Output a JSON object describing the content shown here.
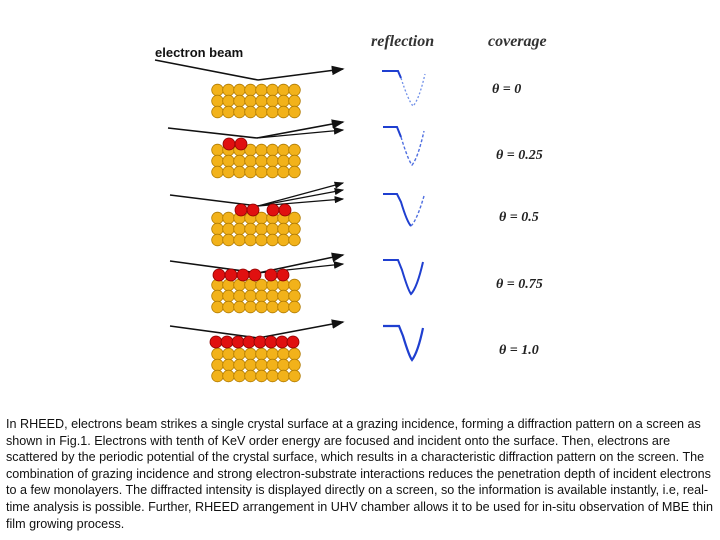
{
  "figure": {
    "beam_label": "electron beam",
    "reflection_header": "reflection",
    "coverage_header": "coverage",
    "rows": [
      {
        "coverage_label": "θ = 0",
        "adatoms": 0
      },
      {
        "coverage_label": "θ = 0.25",
        "adatoms": 2
      },
      {
        "coverage_label": "θ = 0.5",
        "adatoms": 4
      },
      {
        "coverage_label": "θ = 0.75",
        "adatoms": 6
      },
      {
        "coverage_label": "θ = 1.0",
        "adatoms": 8
      }
    ],
    "colors": {
      "substrate_atom": "#f2b21a",
      "substrate_outline": "#b07a00",
      "adatom": "#e01010",
      "adatom_outline": "#8a0000",
      "beam": "#111111",
      "curve": "#1f3fd0"
    }
  },
  "caption": "In RHEED, electrons beam strikes a single crystal surface at a grazing incidence, forming a diffraction pattern on a screen as shown in Fig.1. Electrons with tenth of KeV order energy are focused and incident onto the surface. Then, electrons are scattered by the periodic potential of the crystal surface, which results in a characteristic diffraction pattern on the screen. The combination of grazing incidence and strong electron-substrate interactions reduces the penetration depth of incident electrons to a few monolayers. The diffracted intensity is displayed directly on a screen, so the information is available instantly, i.e, real-time analysis is possible. Further, RHEED arrangement in UHV chamber allows it to be used for in-situ observation of MBE thin film growing process."
}
